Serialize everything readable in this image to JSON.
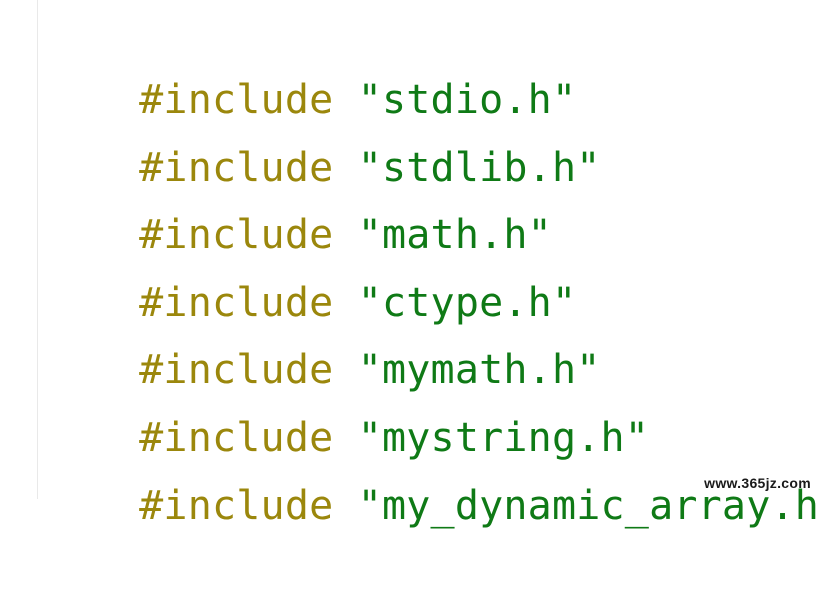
{
  "editor": {
    "lines": [
      {
        "directive": "#include",
        "header": "\"stdio.h\""
      },
      {
        "directive": "#include",
        "header": "\"stdlib.h\""
      },
      {
        "directive": "#include",
        "header": "\"math.h\""
      },
      {
        "directive": "#include",
        "header": "\"ctype.h\""
      },
      {
        "directive": "#include",
        "header": "\"mymath.h\""
      },
      {
        "directive": "#include",
        "header": "\"mystring.h\""
      },
      {
        "directive": "#include",
        "header": "\"my_dynamic_array.h\""
      }
    ],
    "colors": {
      "directive": "#9b870c",
      "string": "#0f7a16",
      "background": "#ffffff"
    }
  },
  "watermark": {
    "text": "www.365jz.com"
  }
}
